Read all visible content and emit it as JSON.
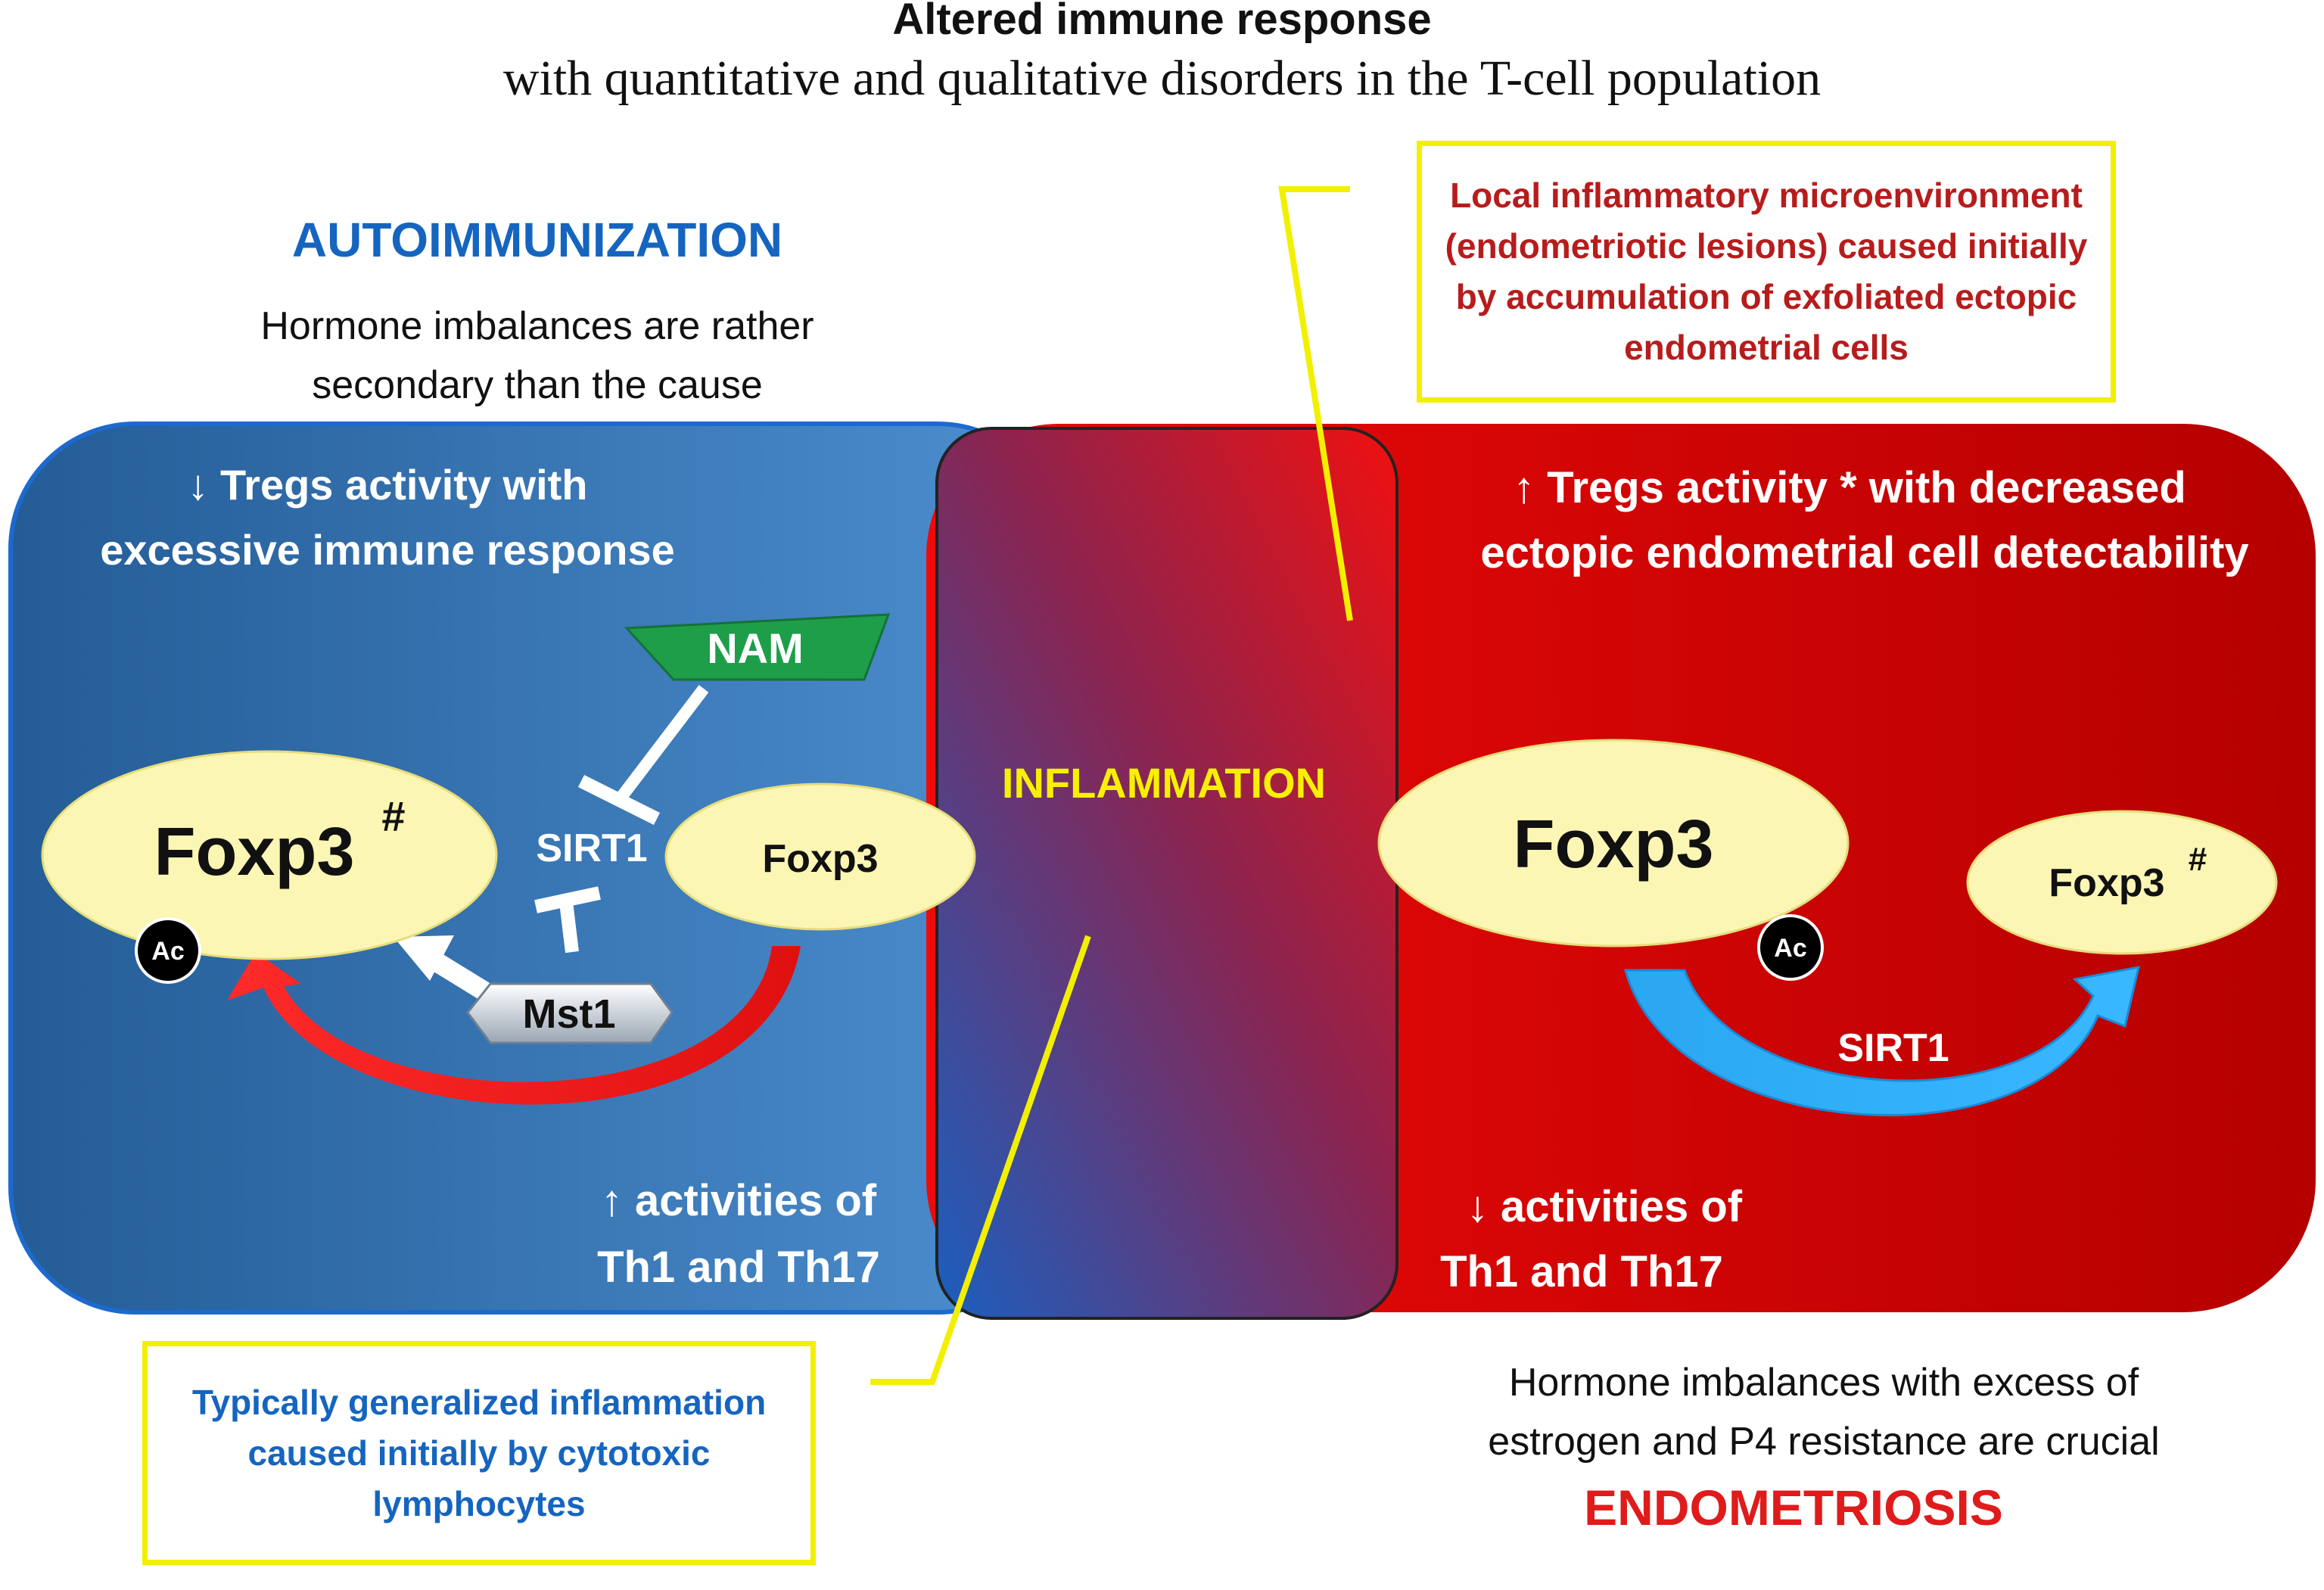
{
  "header": {
    "title": "Altered immune response",
    "subtitle": "with quantitative and qualitative disorders in the T-cell population"
  },
  "left": {
    "title": "AUTOIMMUNIZATION",
    "note_line1": "Hormone imbalances are rather",
    "note_line2": "secondary than the cause",
    "panel_line1": "↓ Tregs activity with",
    "panel_line2": "excessive immune response",
    "nam": "NAM",
    "foxp3_big": "Foxp3",
    "foxp3_big_mark": "#",
    "foxp3_small": "Foxp3",
    "sirt1": "SIRT1",
    "mst1": "Mst1",
    "ac": "Ac",
    "th_line1": "↑ activities of",
    "th_line2": "Th1 and Th17",
    "box_line1": "Typically generalized inflammation",
    "box_line2": "caused initially by cytotoxic",
    "box_line3": "lymphocytes"
  },
  "middle": {
    "label": "INFLAMMATION"
  },
  "right": {
    "box_line1": "Local inflammatory microenvironment",
    "box_line2": "(endometriotic lesions) caused initially",
    "box_line3": "by accumulation of exfoliated ectopic",
    "box_line4": "endometrial cells",
    "panel_line1": "↑ Tregs activity * with decreased",
    "panel_line2": "ectopic endometrial cell detectability",
    "foxp3_big": "Foxp3",
    "foxp3_small": "Foxp3",
    "foxp3_small_mark": "#",
    "sirt1": "SIRT1",
    "ac": "Ac",
    "th_line1": "↓ activities of",
    "th_line2": "Th1 and Th17",
    "note_line1": "Hormone imbalances with excess of",
    "note_line2": "estrogen and P4 resistance are crucial",
    "title": "ENDOMETRIOSIS"
  },
  "colors": {
    "blue": "#1565c0",
    "red": "#e01b1b",
    "yellow": "#f2f000",
    "ellipse": "#fbf6b4",
    "nam_green": "#1f9e4a"
  }
}
